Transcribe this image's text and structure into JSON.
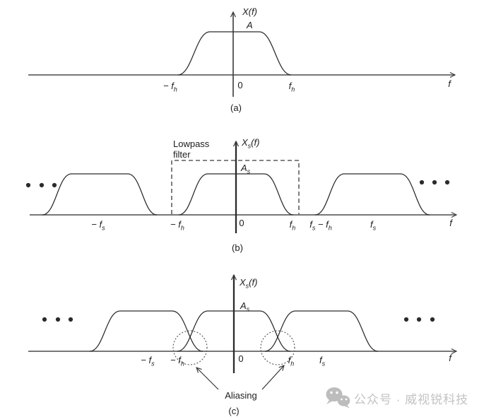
{
  "panel_a": {
    "y_axis_title": "X(f)",
    "amplitude": "A",
    "x_axis": {
      "neg_fh": {
        "m1": "− f",
        "s1": "h"
      },
      "origin": "0",
      "fh": {
        "m1": "f",
        "s1": "h"
      },
      "f": "f"
    },
    "caption": "(a)"
  },
  "panel_b": {
    "filter_line1": "Lowpass",
    "filter_line2": "filter",
    "y_axis_title": {
      "m1": "X",
      "s1": "s",
      "m2": "(f)"
    },
    "amplitude": {
      "m1": "A",
      "s1": "s"
    },
    "x_axis": {
      "neg_fs": {
        "m1": "− f",
        "s1": "s"
      },
      "neg_fh": {
        "m1": "− f",
        "s1": "h"
      },
      "origin": "0",
      "fh": {
        "m1": "f",
        "s1": "h"
      },
      "fs_minus_fh": {
        "m1": "f",
        "s1": "s",
        "m2": " − f",
        "s2": "h"
      },
      "fs": {
        "m1": "f",
        "s1": "s"
      },
      "f": "f"
    },
    "caption": "(b)"
  },
  "panel_c": {
    "y_axis_title": {
      "m1": "X",
      "s1": "s",
      "m2": "(f)"
    },
    "amplitude": {
      "m1": "A",
      "s1": "s"
    },
    "x_axis": {
      "neg_fs": {
        "m1": "− f",
        "s1": "s"
      },
      "neg_fh": {
        "m1": "− f",
        "s1": "h"
      },
      "origin": "0",
      "fh": {
        "m1": "f",
        "s1": "h"
      },
      "fs": {
        "m1": "f",
        "s1": "s"
      },
      "f": "f"
    },
    "annotation": "Aliasing",
    "caption": "(c)"
  },
  "watermark": {
    "text": "公众号 · 威视锐科技"
  },
  "colors": {
    "line": "#333333",
    "text": "#1c1c1c",
    "watermark": "#c3c3c3"
  }
}
